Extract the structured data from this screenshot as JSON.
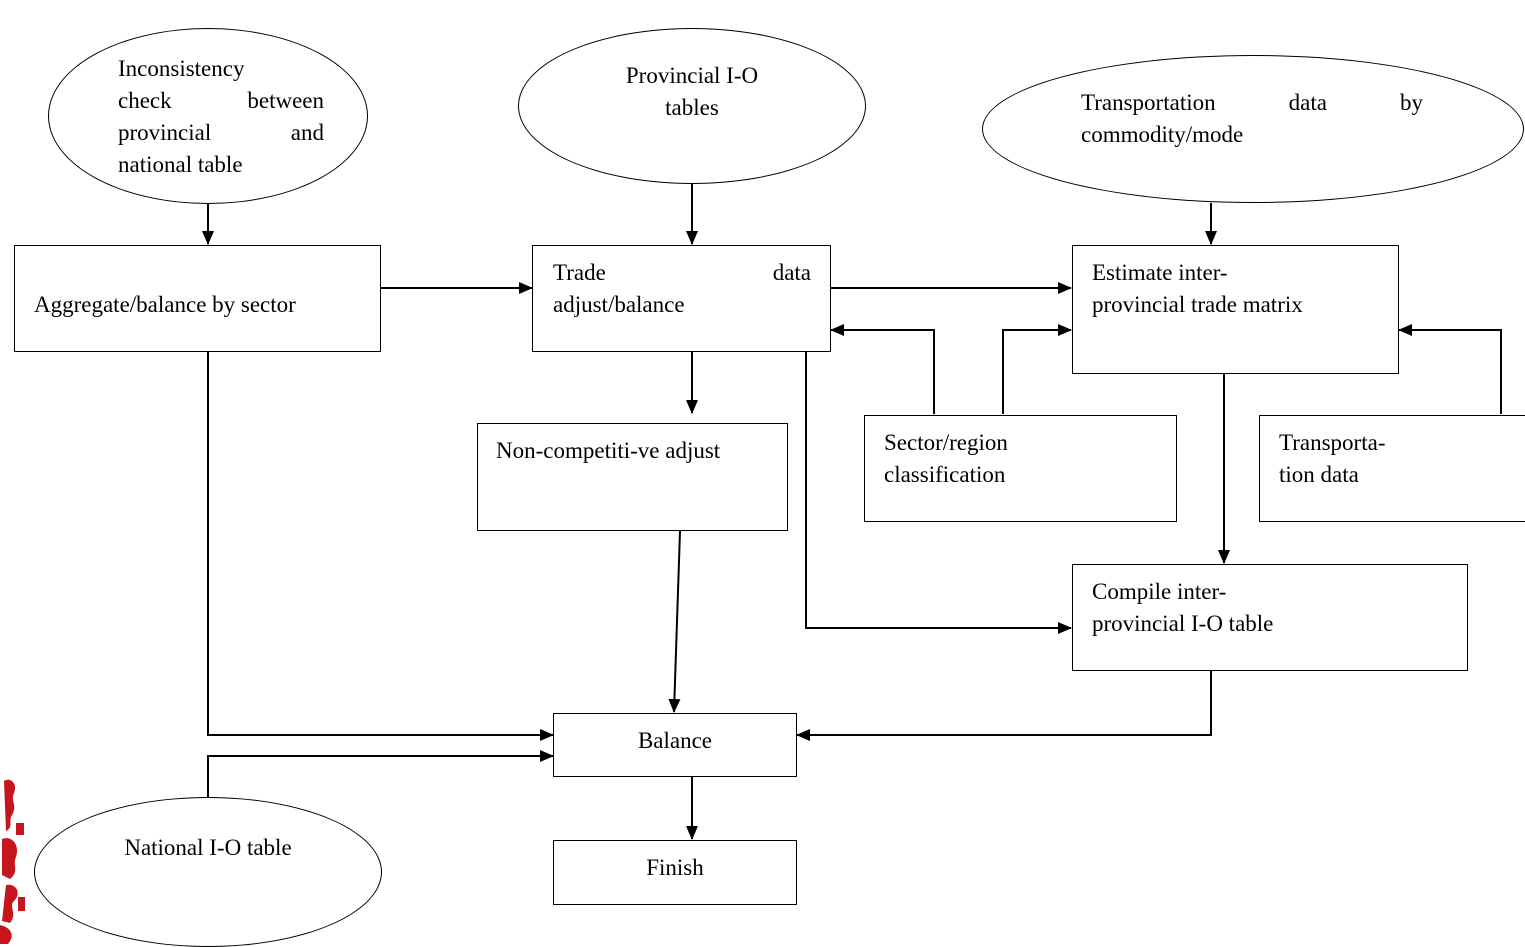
{
  "diagram": {
    "nodes": {
      "inconsistency_check": {
        "lines": [
          "Inconsistency",
          "check between",
          "provincial and",
          "national table"
        ]
      },
      "provincial_io": {
        "lines": [
          "Provincial I-O",
          "tables"
        ]
      },
      "transport_commodity": {
        "lines": [
          "Transportation data by",
          "commodity/mode"
        ]
      },
      "aggregate_balance": {
        "label": "Aggregate/balance by sector"
      },
      "trade_data_adjust": {
        "lines": [
          "Trade data",
          "adjust/balance"
        ]
      },
      "estimate_matrix": {
        "lines": [
          "Estimate inter-",
          "provincial trade matrix"
        ]
      },
      "non_competitive": {
        "label": "Non-competiti-ve adjust"
      },
      "sector_region": {
        "lines": [
          "Sector/region",
          "classification"
        ]
      },
      "transportation_data": {
        "lines": [
          "Transporta-",
          "tion data"
        ]
      },
      "compile_table": {
        "lines": [
          "Compile inter-",
          "provincial I-O table"
        ]
      },
      "balance": {
        "label": "Balance"
      },
      "national_io": {
        "label": "National I-O table"
      },
      "finish": {
        "label": "Finish"
      }
    },
    "colors": {
      "stroke": "#000000",
      "fill": "#ffffff",
      "stamp": "#c4161c"
    }
  }
}
